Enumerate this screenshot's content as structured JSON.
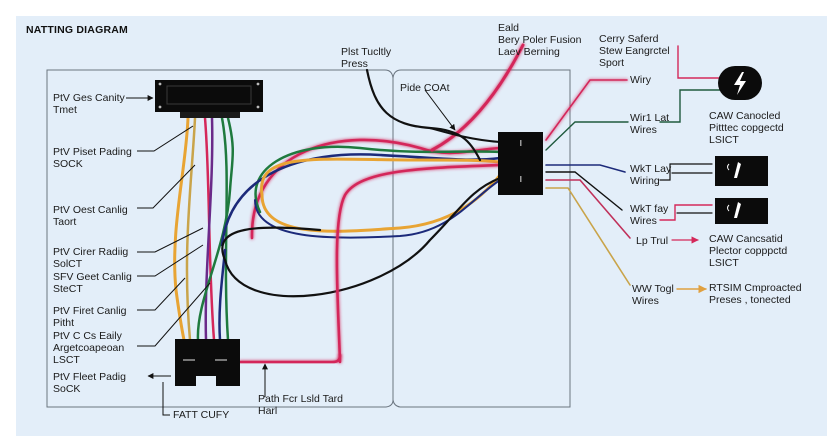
{
  "title": "NATTING DIAGRAM",
  "colors": {
    "background": "#e3eef9",
    "frame": "#6b7580",
    "connector": "#0b0b0b",
    "wire_red": "#d4285a",
    "wire_green": "#1f7a3e",
    "wire_navy": "#1c2a7a",
    "wire_orange": "#e8a434",
    "wire_black": "#111111",
    "wire_purple": "#6a2a8a",
    "wire_olive": "#c9a44a"
  },
  "left_labels": [
    {
      "line1": "PtV Ges Canity",
      "line2": "Tmet"
    },
    {
      "line1": "PtV Piset Pading",
      "line2": "SOCK"
    },
    {
      "line1": "PtV Oest Canlig",
      "line2": "Taort"
    },
    {
      "line1": "PtV Cirer Radiig",
      "line2": "SolCT"
    },
    {
      "line1": "SFV Geet Canlig",
      "line2": "SteCT"
    },
    {
      "line1": "PtV Firet Canlig",
      "line2": "Pitht"
    },
    {
      "line1": "PtV C Cs Eaily",
      "line2": "Argetcoapeoan",
      "line3": "LSCT"
    },
    {
      "line1": "PtV Fleet Padig",
      "line2": "SoCK"
    }
  ],
  "bottom_labels": {
    "fatt": "FATT CUFY",
    "path_line1": "Path Fcr Lsld Tard",
    "path_line2": "Harl"
  },
  "top_labels": {
    "press_line1": "Plst Tucltly",
    "press_line2": "Press",
    "coat": "Pide COAt",
    "fusion_line1": "Eald",
    "fusion_line2": "Bery Poler Fusion",
    "fusion_line3": "Laev Berning",
    "safe_line1": "Cerry Saferd",
    "safe_line2": "Stew Eangrctel",
    "safe_line3": "Sport"
  },
  "right_labels": {
    "wiry": "Wiry",
    "wir1_line1": "Wir1 Lat",
    "wir1_line2": "Wires",
    "wkt1_line1": "WkT Lay",
    "wkt1_line2": "Wiring",
    "wkt2_line1": "WkT fay",
    "wkt2_line2": "Wires",
    "uptrul": "Lp Trul",
    "wtogl_line1": "WW Togl",
    "wtogl_line2": "Wires"
  },
  "far_right_labels": {
    "caw1_line1": "CAW Canocled",
    "caw1_line2": "Pitttec copgectd",
    "caw1_line3": "LSICT",
    "caw2_line1": "CAW Cancsatid",
    "caw2_line2": "Plector copppctd",
    "caw2_line3": "LSICT",
    "rtsim_line1": "RTSIM Cmproacted",
    "rtsim_line2": "Preses , tonected"
  },
  "icons": {
    "power": "lightning-bolt",
    "switch": "lightning-bolt"
  }
}
